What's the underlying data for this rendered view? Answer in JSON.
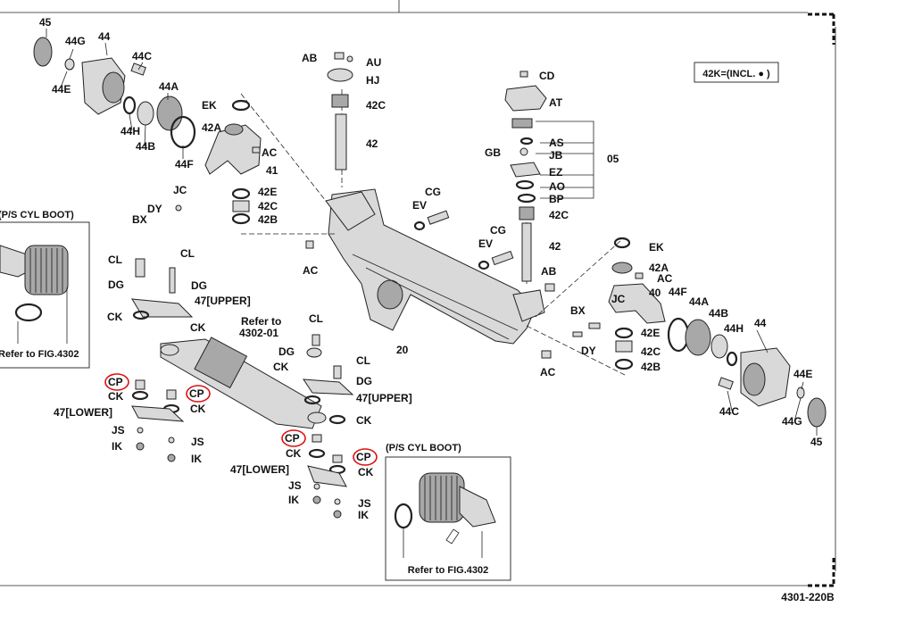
{
  "drawing": {
    "figure_code": "4301-220B",
    "note": "42K=(INCL. ● )",
    "inset_left": {
      "title": "(P/S CYL BOOT)",
      "ref": "Refer to FIG.4302"
    },
    "inset_right": {
      "title": "(P/S CYL BOOT)",
      "ref": "Refer to FIG.4302"
    },
    "refer_cylinder": [
      "Refer to",
      "4302-01"
    ]
  },
  "callouts": {
    "c45L": "45",
    "c44G": "44G",
    "c44": "44",
    "c44C": "44C",
    "c44E": "44E",
    "c44A": "44A",
    "c44H": "44H",
    "c44B": "44B",
    "c44F": "44F",
    "cEK": "EK",
    "c42A": "42A",
    "cAC1": "AC",
    "c41": "41",
    "c42E": "42E",
    "c42C1": "42C",
    "c42B": "42B",
    "cJC": "JC",
    "cDY": "DY",
    "cBX": "BX",
    "cCL1": "CL",
    "cCL2": "CL",
    "cDG1": "DG",
    "cDG2": "DG",
    "c47U1": "47[UPPER]",
    "cCK1": "CK",
    "cCK2": "CK",
    "cCP1": "CP",
    "cCK3": "CK",
    "cCP2": "CP",
    "cCK4": "CK",
    "c47L1": "47[LOWER]",
    "cJS1": "JS",
    "cJS2": "JS",
    "cIK1": "IK",
    "cIK2": "IK",
    "cAB1": "AB",
    "cAU": "AU",
    "cHJ": "HJ",
    "c42C2": "42C",
    "c42": "42",
    "cCD": "CD",
    "cAT": "AT",
    "cAS": "AS",
    "cGB": "GB",
    "cJB": "JB",
    "c05": "05",
    "cEZ": "EZ",
    "cAO": "AO",
    "cBP": "BP",
    "c42C3": "42C",
    "cCG1": "CG",
    "cEV1": "EV",
    "cCG2": "CG",
    "cEV2": "EV",
    "c42R": "42",
    "cAB2": "AB",
    "cAC2": "AC",
    "c20": "20",
    "cAC3": "AC",
    "cCL3": "CL",
    "cDG3": "DG",
    "cCK5": "CK",
    "cCL4": "CL",
    "cDG4": "DG",
    "c47U2": "47[UPPER]",
    "cCK6": "CK",
    "cCP3": "CP",
    "cCK7": "CK",
    "cCP4": "CP",
    "cCK8": "CK",
    "c47L2": "47[LOWER]",
    "cJS3": "JS",
    "cJS4": "JS",
    "cIK3": "IK",
    "cIK4": "IK",
    "cEKR": "EK",
    "c42AR": "42A",
    "cACR": "AC",
    "cJCR": "JC",
    "c40": "40",
    "c44FR": "44F",
    "c44AR": "44A",
    "c44BR": "44B",
    "c44R": "44",
    "cBXR": "BX",
    "cDYR": "DY",
    "c42ER": "42E",
    "c42CR": "42C",
    "c42BR": "42B",
    "c44HR": "44H",
    "c44ER": "44E",
    "c44CR": "44C",
    "c44GR": "44G",
    "c45R": "45"
  }
}
